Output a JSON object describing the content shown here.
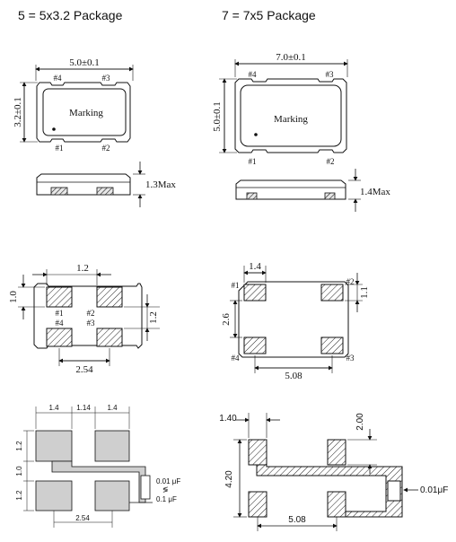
{
  "headings": {
    "left": "5 = 5x3.2 Package",
    "right": "7 = 7x5 Package"
  },
  "pkg5": {
    "width_dim": "5.0±0.1",
    "height_dim": "3.2±0.1",
    "marking": "Marking",
    "pins_top": [
      "#4",
      "#3"
    ],
    "pins_bottom": [
      "#1",
      "#2"
    ],
    "side_height": "1.3Max"
  },
  "pkg7": {
    "width_dim": "7.0±0.1",
    "height_dim": "5.0±0.1",
    "marking": "Marking",
    "pins_top": [
      "#4",
      "#3"
    ],
    "pins_bottom": [
      "#1",
      "#2"
    ],
    "side_height": "1.4Max"
  },
  "pads5": {
    "top_dim": "1.2",
    "left_dim": "1.0",
    "right_dim": "1.2",
    "bottom_dim": "2.54",
    "pins_top": [
      "#1",
      "#2"
    ],
    "pins_bottom": [
      "#4",
      "#3"
    ]
  },
  "pads7": {
    "top_dim": "1.4",
    "right_dim": "1.1",
    "left_dim": "2.6",
    "bottom_dim": "5.08",
    "pins_top": [
      "#1",
      "#2"
    ],
    "pins_bottom": [
      "#4",
      "#3"
    ]
  },
  "layout5": {
    "top_dims": [
      "1.4",
      "1.14",
      "1.4"
    ],
    "left_dims": [
      "1.2",
      "1.0",
      "1.2"
    ],
    "bottom_dim": "2.54",
    "cap1": "0.01 μF",
    "cap2": "0.1 μF"
  },
  "layout7": {
    "top_dim": "1.40",
    "right_dim": "2.00",
    "left_dim": "4.20",
    "bottom_dim": "5.08",
    "cap": "0.01μF"
  }
}
